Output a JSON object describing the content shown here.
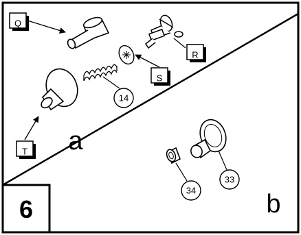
{
  "figure": {
    "step_number": "6",
    "panels": [
      {
        "id": "a",
        "label": "a"
      },
      {
        "id": "b",
        "label": "b"
      }
    ],
    "letter_callouts": [
      "Q",
      "R",
      "S",
      "T"
    ],
    "number_callouts": [
      "14",
      "33",
      "34"
    ]
  }
}
